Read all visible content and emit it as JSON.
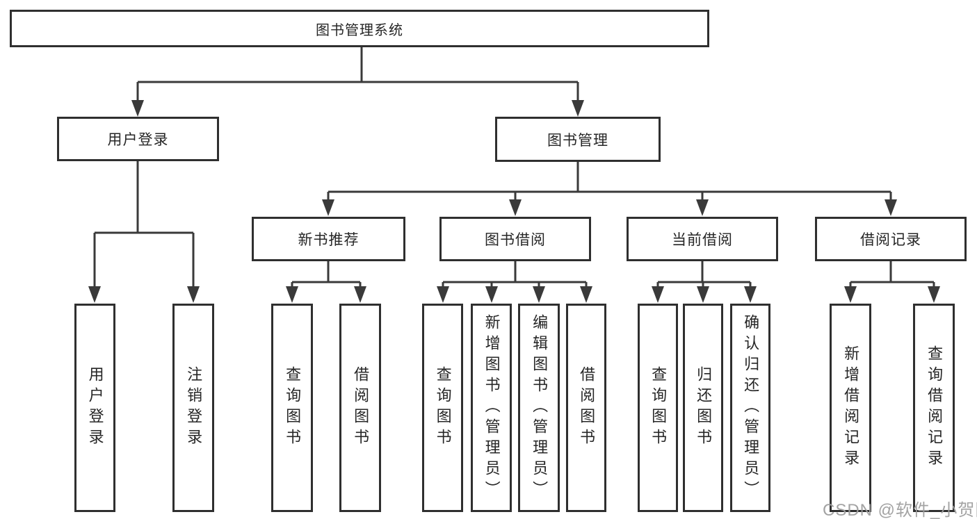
{
  "tree": {
    "label": "图书管理系统",
    "children": [
      {
        "label": "用户登录",
        "children": [
          {
            "label": "用户登录"
          },
          {
            "label": "注销登录"
          }
        ]
      },
      {
        "label": "图书管理",
        "children": [
          {
            "label": "新书推荐",
            "children": [
              {
                "label": "查询图书"
              },
              {
                "label": "借阅图书"
              }
            ]
          },
          {
            "label": "图书借阅",
            "children": [
              {
                "label": "查询图书"
              },
              {
                "label": "新增图书（管理员）"
              },
              {
                "label": "编辑图书（管理员）"
              },
              {
                "label": "借阅图书"
              }
            ]
          },
          {
            "label": "当前借阅",
            "children": [
              {
                "label": "查询图书"
              },
              {
                "label": "归还图书"
              },
              {
                "label": "确认归还（管理员）"
              }
            ]
          },
          {
            "label": "借阅记录",
            "children": [
              {
                "label": "新增借阅记录"
              },
              {
                "label": "查询借阅记录"
              }
            ]
          }
        ]
      }
    ]
  },
  "watermark": {
    "text": "CSDN @软件_小贺同学"
  },
  "colors": {
    "line": "#3a3a3a",
    "box_border": "#2f2f2f",
    "box_fill": "#ffffff",
    "text": "#262626",
    "watermark": "#9e9e9e",
    "background": "#ffffff"
  }
}
